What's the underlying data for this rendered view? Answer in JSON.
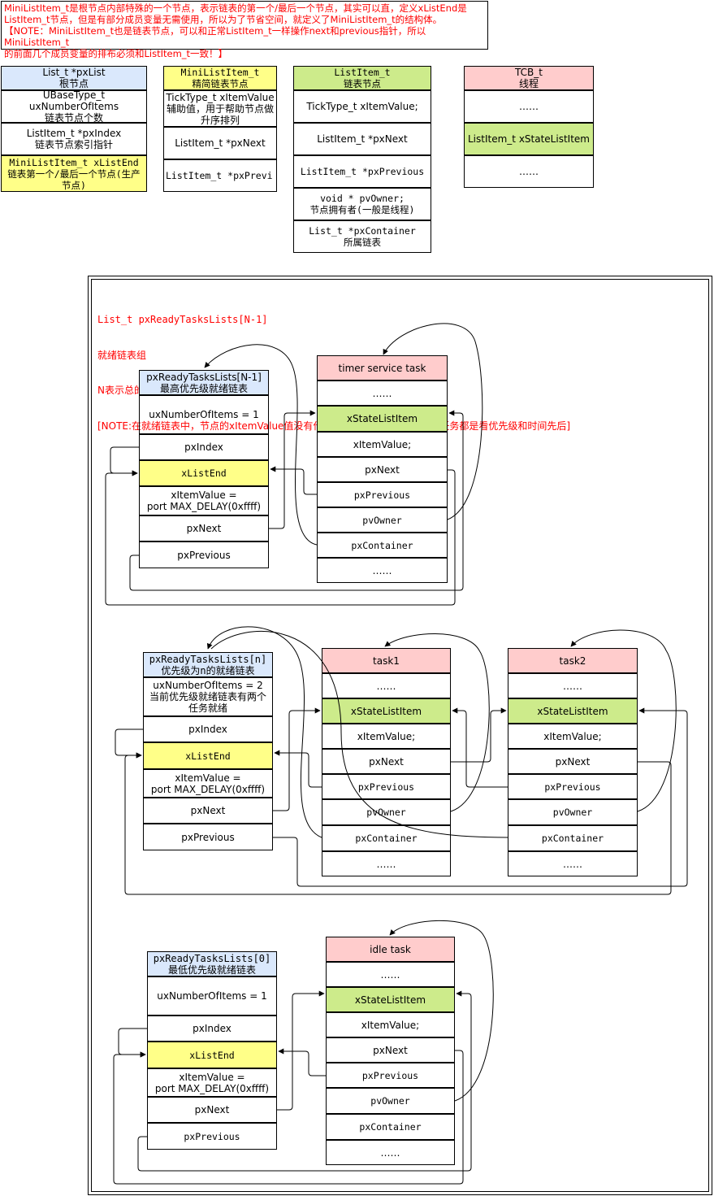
{
  "note": {
    "line1": "MiniListItem_t是根节点内部特殊的一个节点，表示链表的第一个/最后一个节点，其实可以直，定义xListEnd是",
    "line2": "ListItem_t节点，但是有部分成员变量无需使用，所以为了节省空间，就定义了MiniListItem_t的结构体。",
    "line3": "【NOTE：MiniListItem_t也是链表节点，可以和正常ListItem_t一样操作next和previous指针，所以MiniListItem_t",
    "line4": "的前面几个成员变量的排布必须和ListItem_t一致！】"
  },
  "legend": {
    "list_t": [
      "List_t *pxList\n根节点",
      "UBaseType_t uxNumberOfItems\n链表节点个数",
      "ListItem_t *pxIndex\n链表节点索引指针",
      "MiniListItem_t xListEnd\n链表第一个/最后一个节点(生产节点)"
    ],
    "mini_list_item": [
      "MiniListItem_t\n精简链表节点",
      "TickType_t xItemValue\n辅助值，用于帮助节点做升序排列",
      "ListItem_t *pxNext",
      "ListItem_t *pxPrevi"
    ],
    "list_item": [
      "ListItem_t\n链表节点",
      "TickType_t xItemValue;",
      "ListItem_t *pxNext",
      "ListItem_t *pxPrevious",
      "void * pvOwner;\n节点拥有者(一般是线程)",
      "List_t *pxContainer\n所属链表"
    ],
    "tcb": [
      "TCB_t\n线程",
      "……",
      "ListItem_t xStateListItem",
      "……"
    ]
  },
  "ready": {
    "title": "List_t pxReadyTasksLists[N-1]",
    "sub1": "就绪链表组",
    "sub2": "N表示总的优先级个数(最多32级)",
    "sub3": "[NOTE:在就绪链表中，节点的xItemValue值没有作用，所有添加到就绪链表的任务都是看优先级和时间先后]"
  },
  "lists": {
    "top": [
      "pxReadyTasksLists[N-1]\n最高优先级就绪链表",
      "uxNumberOfItems = 1",
      "pxIndex",
      "xListEnd",
      "xItemValue =\nport MAX_DELAY(0xffff)",
      "pxNext",
      "pxPrevious"
    ],
    "mid": [
      "pxReadyTasksLists[n]\n优先级为n的就绪链表",
      "uxNumberOfItems = 2\n当前优先级就绪链表有两个任务就绪",
      "pxIndex",
      "xListEnd",
      "xItemValue =\nport MAX_DELAY(0xffff)",
      "pxNext",
      "pxPrevious"
    ],
    "bot": [
      "pxReadyTasksLists[0]\n最低优先级就绪链表",
      "uxNumberOfItems = 1",
      "pxIndex",
      "xListEnd",
      "xItemValue =\nport MAX_DELAY(0xffff)",
      "pxNext",
      "pxPrevious"
    ]
  },
  "tasks": {
    "timer": [
      "timer service task",
      "……",
      "xStateListItem",
      "xItemValue;",
      "pxNext",
      "pxPrevious",
      "pvOwner",
      "pxContainer",
      "……"
    ],
    "task1": [
      "task1",
      "……",
      "xStateListItem",
      "xItemValue;",
      "pxNext",
      "pxPrevious",
      "pvOwner",
      "pxContainer",
      "……"
    ],
    "task2": [
      "task2",
      "……",
      "xStateListItem",
      "xItemValue;",
      "pxNext",
      "pxPrevious",
      "pvOwner",
      "pxContainer",
      "……"
    ],
    "idle": [
      "idle task",
      "……",
      "xStateListItem",
      "xItemValue;",
      "pxNext",
      "pxPrevious",
      "pvOwner",
      "pxContainer",
      "……"
    ]
  }
}
